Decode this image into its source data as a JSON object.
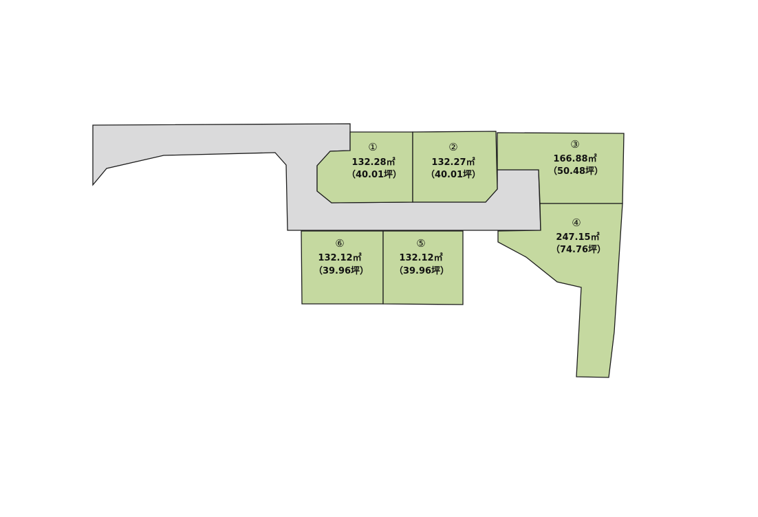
{
  "colors": {
    "lot_fill": "#c5d9a0",
    "road_fill": "#dadadb",
    "outline": "#1c1c1c"
  },
  "lots": [
    {
      "id": "1",
      "number": "①",
      "area": "132.28㎡",
      "tsubo": "（40.01坪）"
    },
    {
      "id": "2",
      "number": "②",
      "area": "132.27㎡",
      "tsubo": "（40.01坪）"
    },
    {
      "id": "3",
      "number": "③",
      "area": "166.88㎡",
      "tsubo": "（50.48坪）"
    },
    {
      "id": "4",
      "number": "④",
      "area": "247.15㎡",
      "tsubo": "（74.76坪）"
    },
    {
      "id": "5",
      "number": "⑤",
      "area": "132.12㎡",
      "tsubo": "（39.96坪）"
    },
    {
      "id": "6",
      "number": "⑥",
      "area": "132.12㎡",
      "tsubo": "（39.96坪）"
    }
  ]
}
